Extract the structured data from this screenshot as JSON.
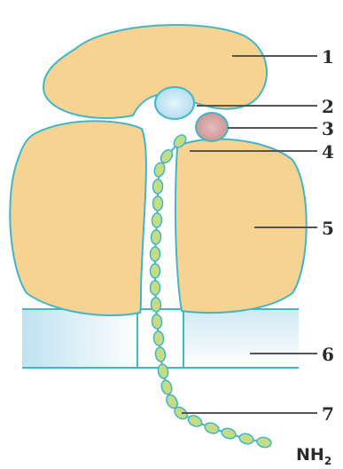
{
  "labels": {
    "l1": "1",
    "l2": "2",
    "l3": "3",
    "l4": "4",
    "l5": "5",
    "l6": "6",
    "l7": "7"
  },
  "terminal": {
    "main": "NH",
    "sub": "2"
  },
  "colors": {
    "subunit_fill": "#f6d391",
    "outline": "#3fb6cc",
    "membrane": "#cfe9f4",
    "small_particle": "#bfe3f1",
    "red_particle": "#d9a3a3",
    "chain_bead": "#c4dd82"
  }
}
